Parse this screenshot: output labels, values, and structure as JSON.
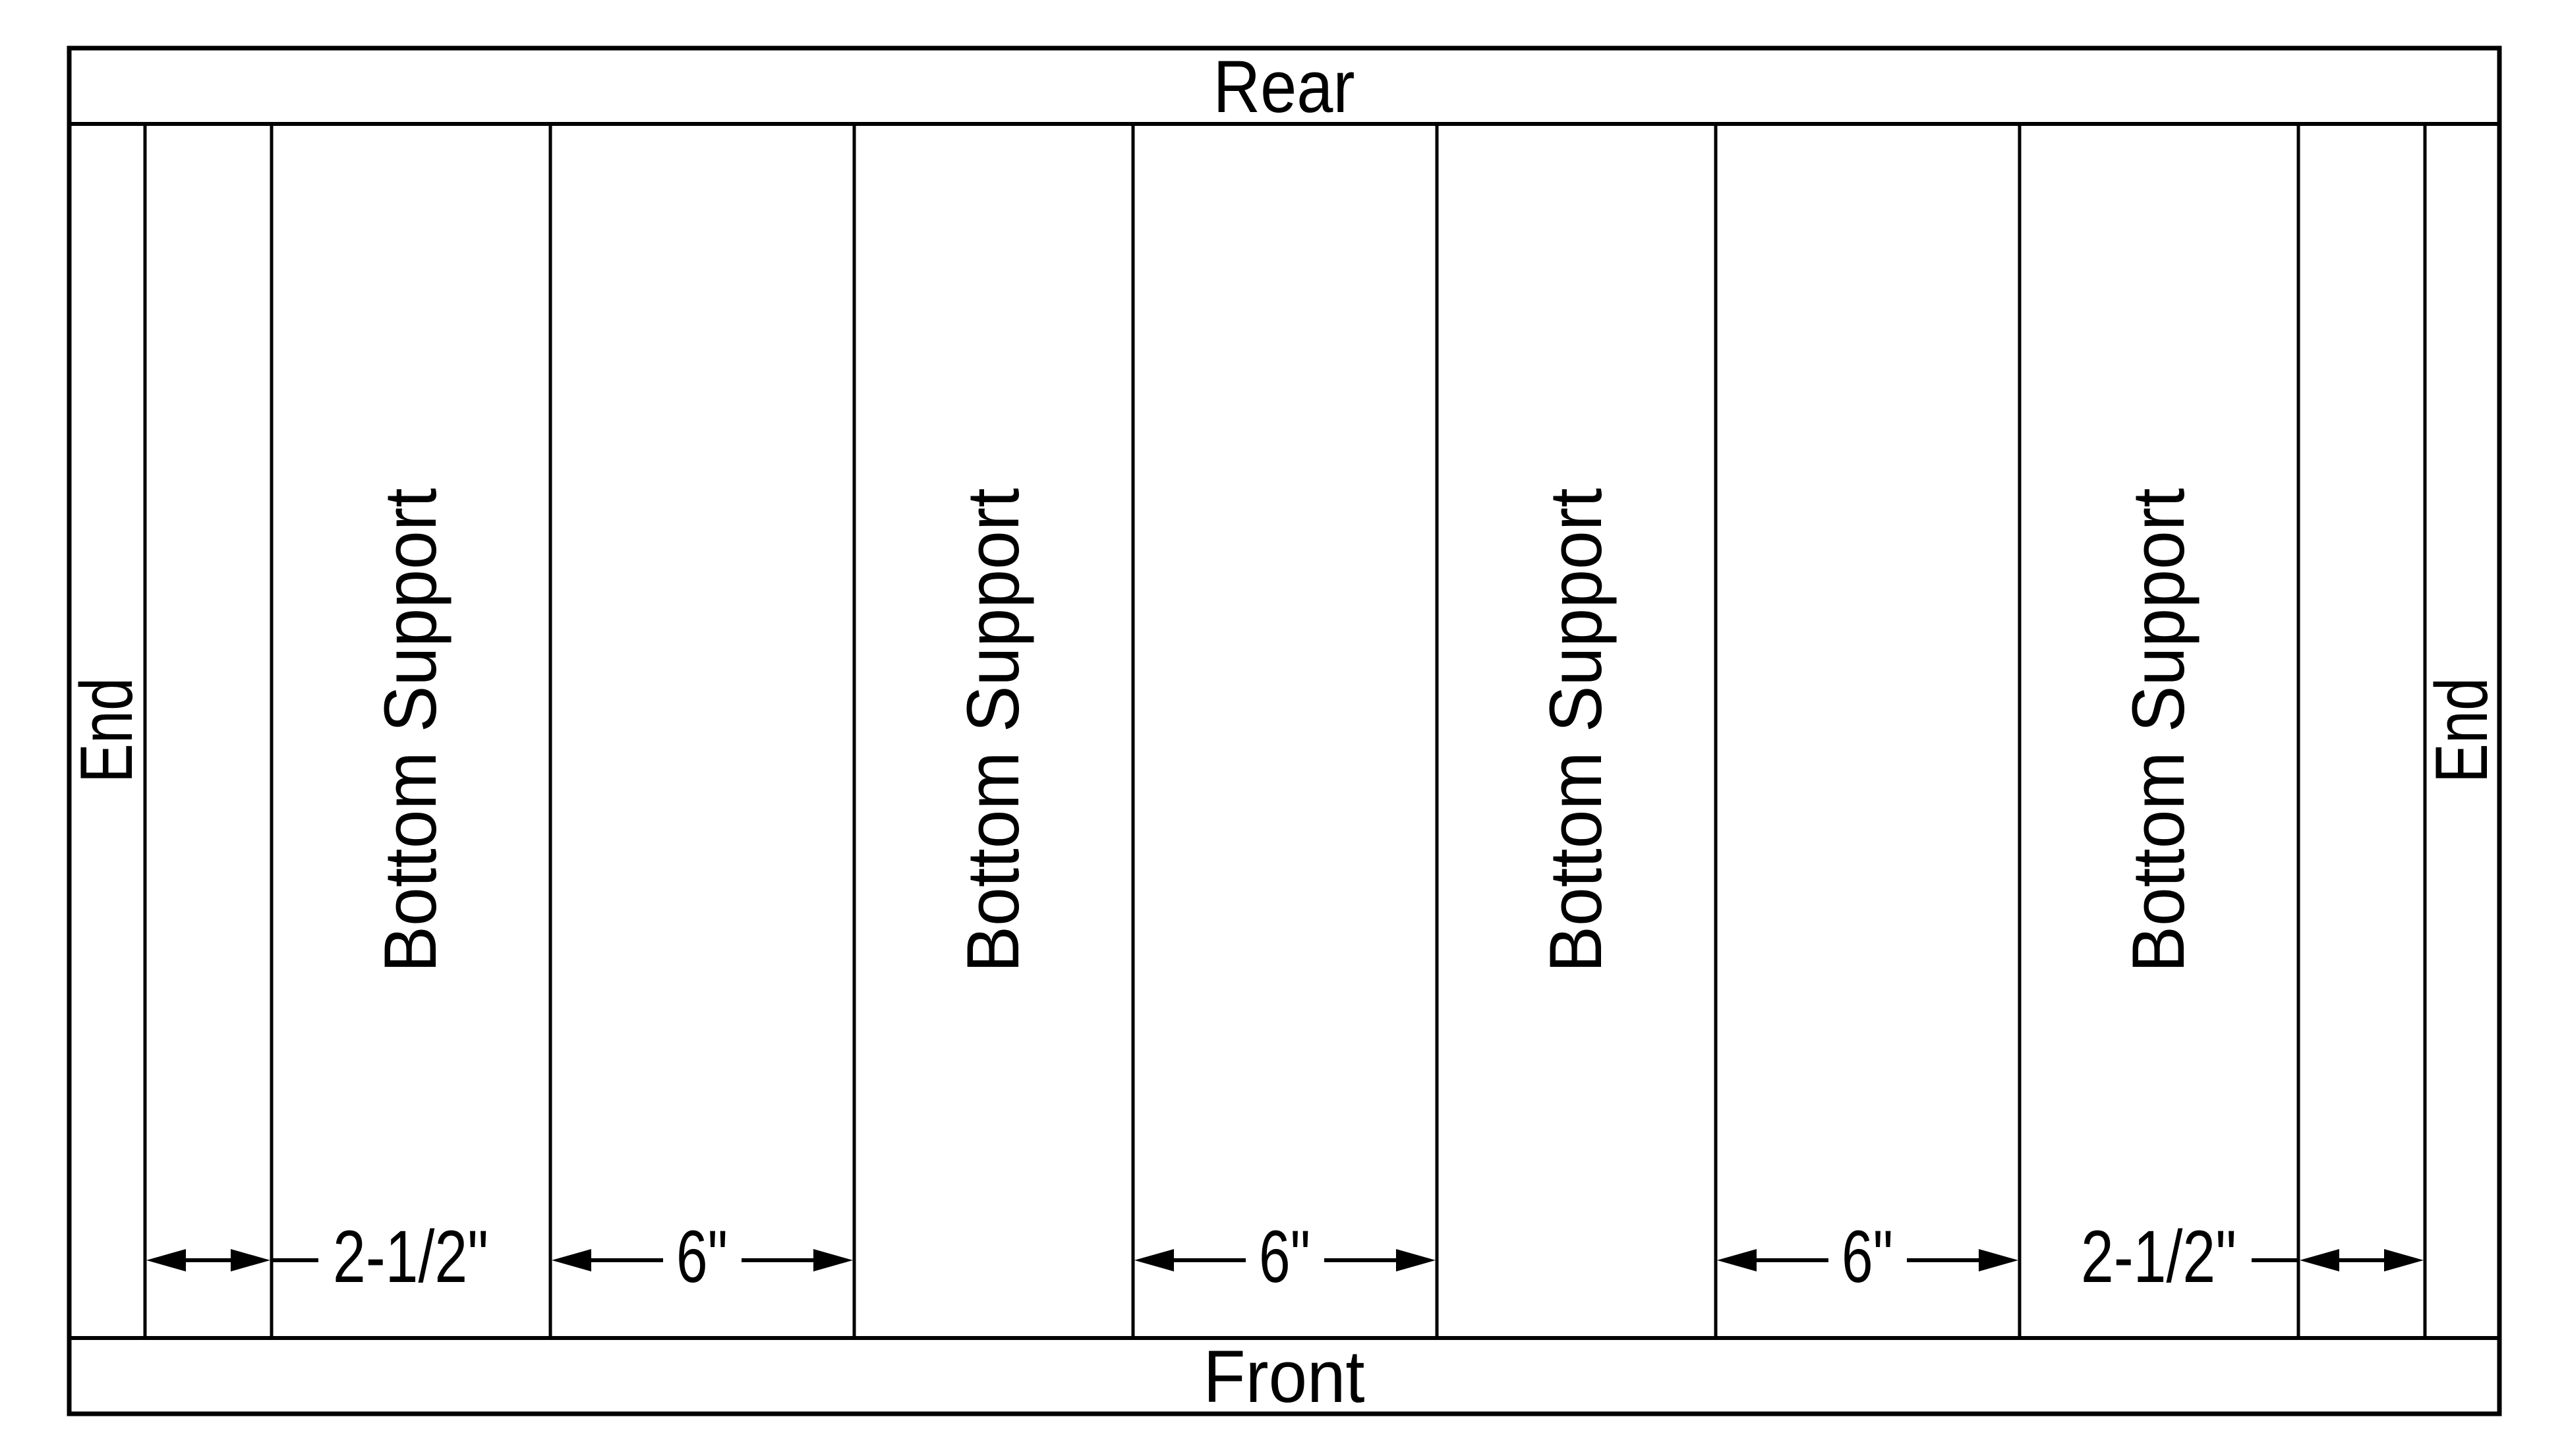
{
  "diagram": {
    "labels": {
      "rear": "Rear",
      "front": "Front",
      "end_left": "End",
      "end_right": "End"
    },
    "bottom_support_labels": [
      "Bottom Support",
      "Bottom Support",
      "Bottom Support",
      "Bottom Support"
    ],
    "dimensions": {
      "left_gap": "2-1/2\"",
      "gap_1": "6\"",
      "gap_2": "6\"",
      "gap_3": "6\"",
      "right_gap": "2-1/2\""
    },
    "colors": {
      "line": "#000000",
      "text": "#000000",
      "background": "#ffffff"
    }
  }
}
